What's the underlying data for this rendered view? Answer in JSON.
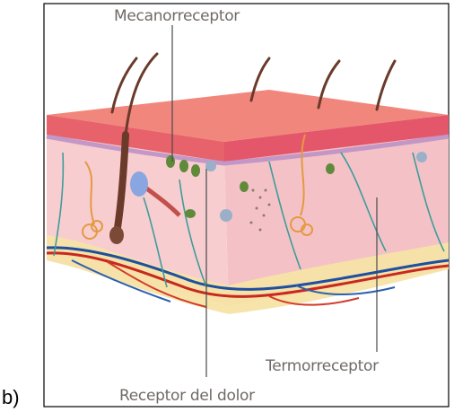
{
  "panel": {
    "tag": "b)"
  },
  "labels": {
    "mechanoreceptor": "Mecanorreceptor",
    "thermoreceptor": "Termorreceptor",
    "pain_receptor": "Receptor del dolor"
  },
  "colors": {
    "frame": "#000000",
    "epidermis_top": "#f08a80",
    "epidermis_side": "#e9606a",
    "dermis": "#f6c7c8",
    "fat_layer": "#f4e3a3",
    "hair": "#6a3a2a",
    "artery": "#c8281e",
    "vein": "#1f4f9e",
    "nerve": "#3f9c9a",
    "leader_line": "#4a4a4a"
  }
}
